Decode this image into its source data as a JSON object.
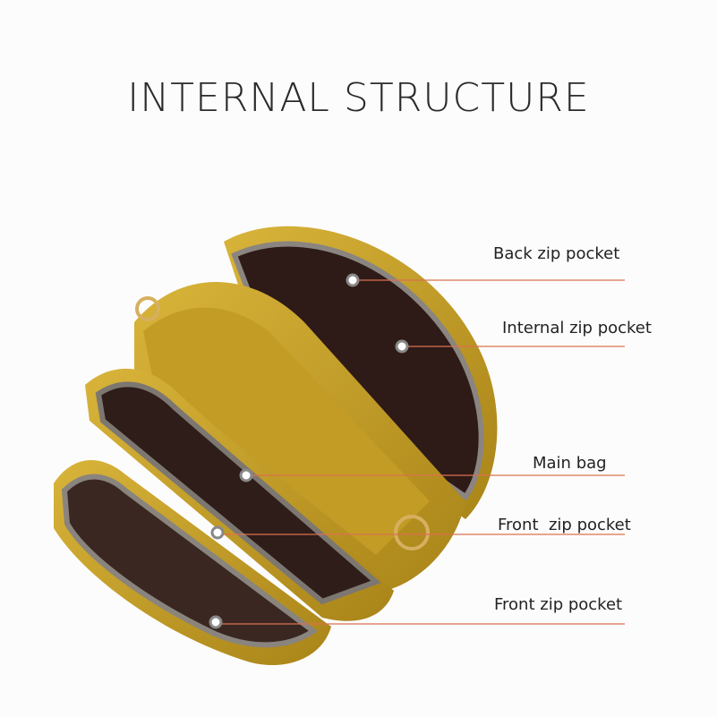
{
  "title": "INTERNAL STRUCTURE",
  "colors": {
    "bag": "#c9a227",
    "lining": "#3a2420",
    "leader": "#d9724f"
  },
  "callouts": [
    {
      "label": "Back zip pocket"
    },
    {
      "label": "Internal zip pocket"
    },
    {
      "label": "Main bag"
    },
    {
      "label": "Front  zip pocket"
    },
    {
      "label": "Front zip pocket"
    }
  ]
}
